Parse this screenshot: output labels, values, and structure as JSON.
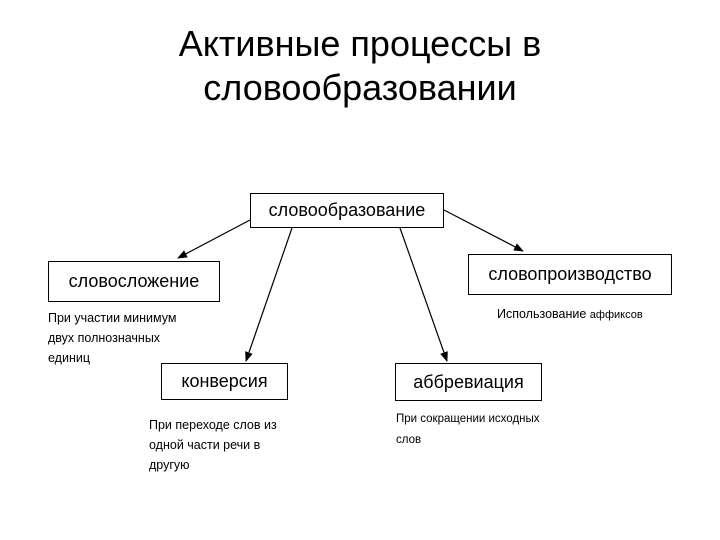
{
  "title": {
    "line1": "Активные процессы в",
    "line2": "словообразовании"
  },
  "nodes": {
    "root": "словообразование",
    "compounding": "словосложение",
    "derivation": "словопроизводство",
    "conversion": "конверсия",
    "abbreviation": "аббревиация"
  },
  "notes": {
    "compounding": {
      "line1": "При участии минимум",
      "line2": "двух полнозначных",
      "line3": "единиц"
    },
    "derivation": {
      "part1": "Использование ",
      "part2": "аффиксов"
    },
    "conversion": {
      "line1": "При переходе слов из",
      "line2": "одной части речи в",
      "line3": "другую"
    },
    "abbreviation": {
      "line1": "При сокращении исходных",
      "line2": "слов"
    }
  },
  "colors": {
    "line": "#000000",
    "box_border": "#000000",
    "text": "#000000",
    "background": "#ffffff"
  }
}
